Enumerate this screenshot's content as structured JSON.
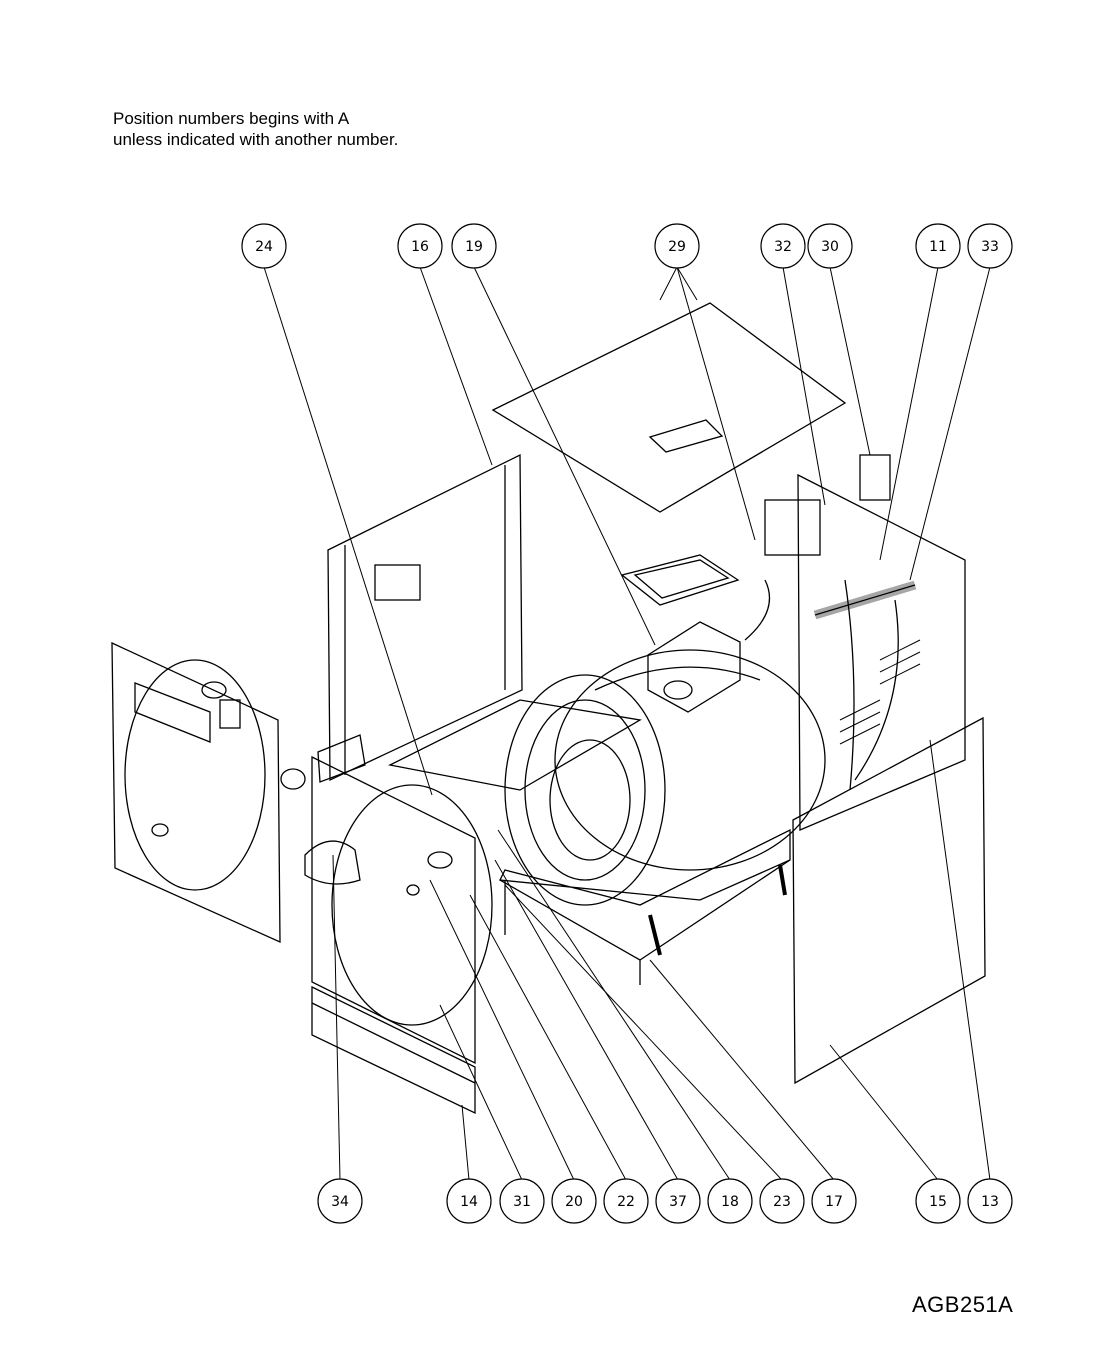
{
  "note": {
    "line1": "Position numbers begins with A",
    "line2": "unless indicated with another number."
  },
  "drawing_code": "AGB251A",
  "callouts_top": [
    "24",
    "16",
    "19",
    "29",
    "32",
    "30",
    "11",
    "33"
  ],
  "callouts_bottom": [
    "34",
    "14",
    "31",
    "20",
    "22",
    "37",
    "18",
    "23",
    "17",
    "15",
    "13"
  ]
}
